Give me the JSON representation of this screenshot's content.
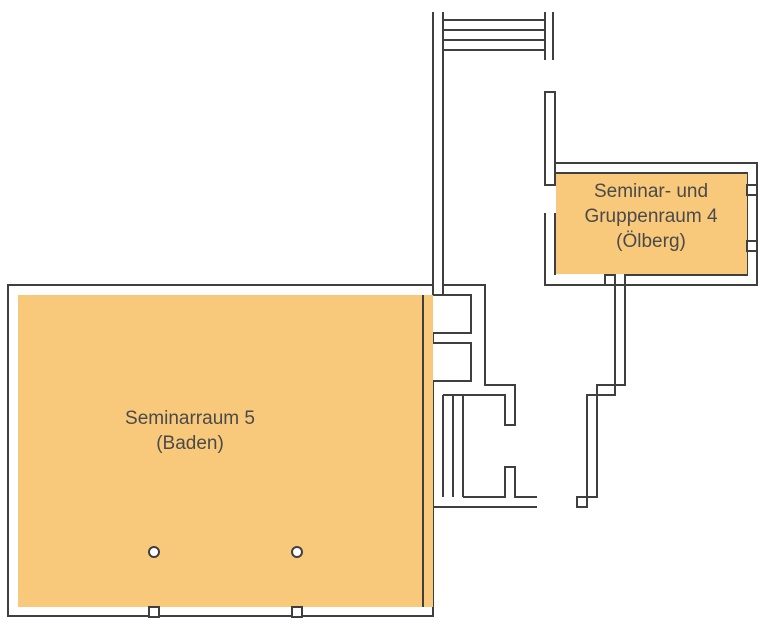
{
  "colors": {
    "room": "#f9c97b",
    "wall": "#3f3f3f",
    "background": "#ffffff",
    "label": "#4a4a4a"
  },
  "rooms": {
    "seminarraum_5": {
      "line1": "Seminarraum 5",
      "line2": "(Baden)"
    },
    "seminarraum_4": {
      "line1": "Seminar- und",
      "line2": "Gruppenraum 4",
      "line3": "(Ölberg)"
    }
  }
}
